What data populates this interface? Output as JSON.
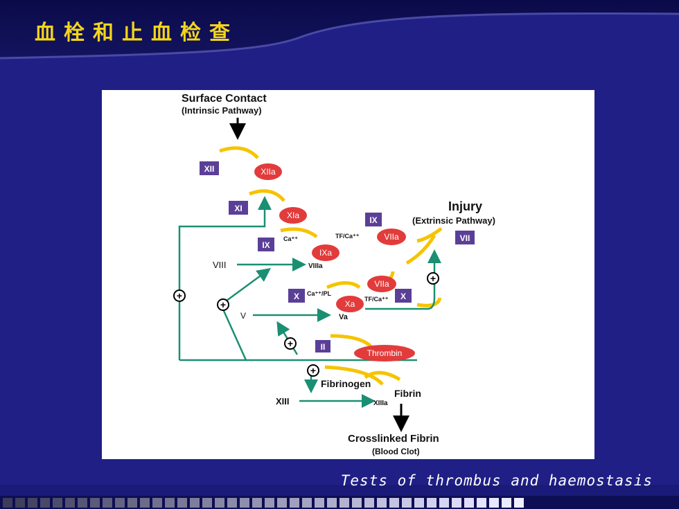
{
  "slide": {
    "title": "血栓和止血检查",
    "subtitle": "Tests of thrombus and haemostasis"
  },
  "colors": {
    "background": "#1f1f86",
    "title": "#f3d51a",
    "factor_box": "#5b3f97",
    "activated_oval": "#e23b3b",
    "arrow_green": "#1a8f72",
    "arrow_yellow": "#f5c400"
  },
  "diagram": {
    "surface_contact": "Surface Contact",
    "intrinsic_pathway": "(Intrinsic Pathway)",
    "injury": "Injury",
    "extrinsic_pathway": "(Extrinsic Pathway)",
    "xii": "XII",
    "xiia": "XIIa",
    "xi": "XI",
    "xia": "XIa",
    "ix_left": "IX",
    "ca_1": "Ca⁺⁺",
    "ixa": "IXa",
    "ix_right": "IX",
    "tf_ca_1": "TF/Ca⁺⁺",
    "viia_top": "VIIa",
    "vii": "VII",
    "viii": "VIII",
    "viiia": "VIIIa",
    "x_left": "X",
    "ca_pl": "Ca⁺⁺/PL",
    "viia_mid": "VIIa",
    "xa": "Xa",
    "tf_ca_2": "TF/Ca⁺⁺",
    "x_right": "X",
    "v": "V",
    "va": "Va",
    "ii": "II",
    "thrombin": "Thrombin",
    "fibrinogen": "Fibrinogen",
    "fibrin": "Fibrin",
    "xiii": "XIII",
    "xiiia": "XIIIa",
    "crosslinked_fibrin": "Crosslinked Fibrin",
    "blood_clot": "(Blood Clot)",
    "plus_symbol": "+"
  }
}
